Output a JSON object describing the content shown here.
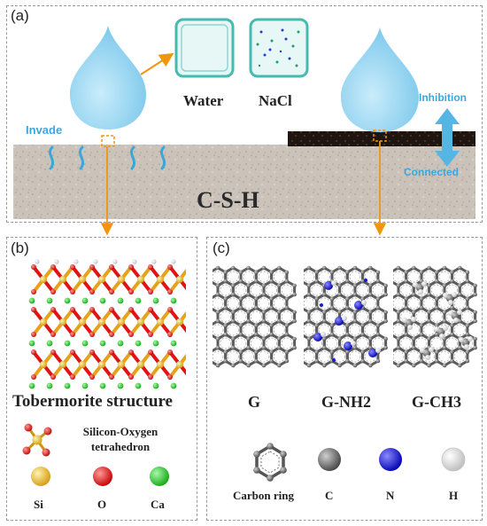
{
  "panel_a": {
    "label": "(a)",
    "droplet_labels": {
      "water": "Water",
      "nacl": "NaCl"
    },
    "invade": "Invade",
    "inhibition": "Inhibition",
    "connected": "Connected",
    "substrate": "C-S-H"
  },
  "panel_b": {
    "label": "(b)",
    "title": "Tobermorite structure",
    "tetra_label": "Silicon-Oxygen tetrahedron",
    "atoms": [
      {
        "name": "Si",
        "color": "#e3ae1e"
      },
      {
        "name": "O",
        "color": "#e01414"
      },
      {
        "name": "Ca",
        "color": "#27c427"
      }
    ]
  },
  "panel_c": {
    "label": "(c)",
    "sheets": [
      "G",
      "G-NH2",
      "G-CH3"
    ],
    "legend": [
      {
        "name": "Carbon ring"
      },
      {
        "name": "C",
        "color": "#5a5a5a"
      },
      {
        "name": "N",
        "color": "#1414d6"
      },
      {
        "name": "H",
        "color": "#eeeeee"
      }
    ]
  },
  "colors": {
    "droplet": "#8fd0ee",
    "accent_blue": "#3aa7dc",
    "orange": "#f0960e",
    "csh": "#cbc3ba"
  }
}
